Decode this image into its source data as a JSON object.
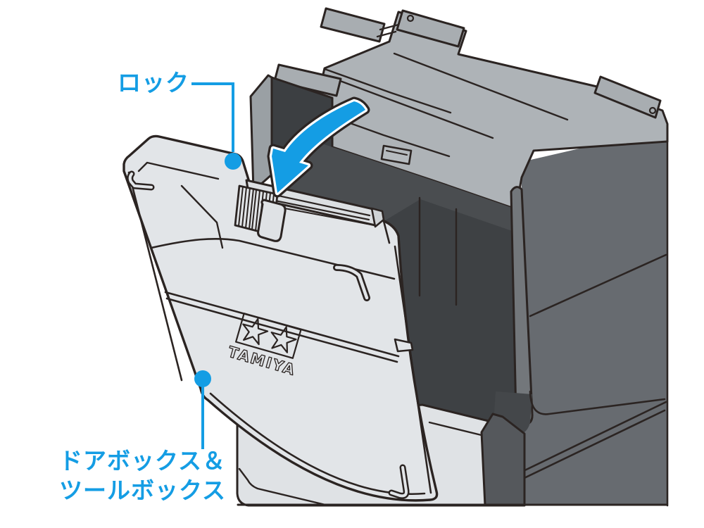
{
  "diagram": {
    "type": "product-instruction-illustration",
    "brand_logo_text": "TAMIYA",
    "callouts": [
      {
        "id": "lock",
        "label": "ロック"
      },
      {
        "id": "door-tool-box",
        "label_line1": "ドアボックス＆",
        "label_line2": "ツールボックス"
      }
    ],
    "colors": {
      "callout_blue": "#149de4",
      "outline_dark": "#2b2422",
      "door_light_gray": "#e2e5e8",
      "lid_gray": "#aeb3b7",
      "interior_dark_gray": "#4a4d50",
      "side_panel_gray": "#676b70",
      "background": "#ffffff"
    },
    "icons": [
      {
        "name": "open-direction-arrow"
      }
    ]
  }
}
